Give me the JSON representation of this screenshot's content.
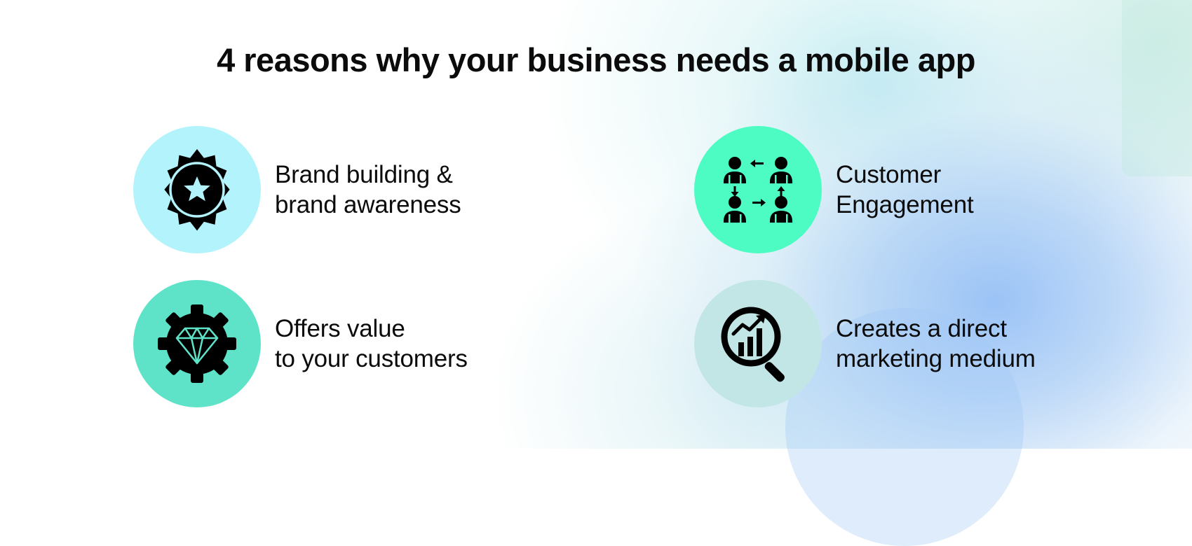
{
  "title": "4 reasons why your business needs a mobile app",
  "reasons": [
    {
      "line1": "Brand building &",
      "line2": "brand awareness",
      "icon": "award-badge-star-icon",
      "circle_color": "#b3f3fb"
    },
    {
      "line1": "Customer",
      "line2": "Engagement",
      "icon": "people-exchange-icon",
      "circle_color": "#4dfcc3"
    },
    {
      "line1": "Offers value",
      "line2": "to your customers",
      "icon": "gear-diamond-icon",
      "circle_color": "#5ee3c8"
    },
    {
      "line1": "Creates a direct",
      "line2": "marketing medium",
      "icon": "analytics-magnifier-icon",
      "circle_color": "#c2e6e6"
    }
  ]
}
